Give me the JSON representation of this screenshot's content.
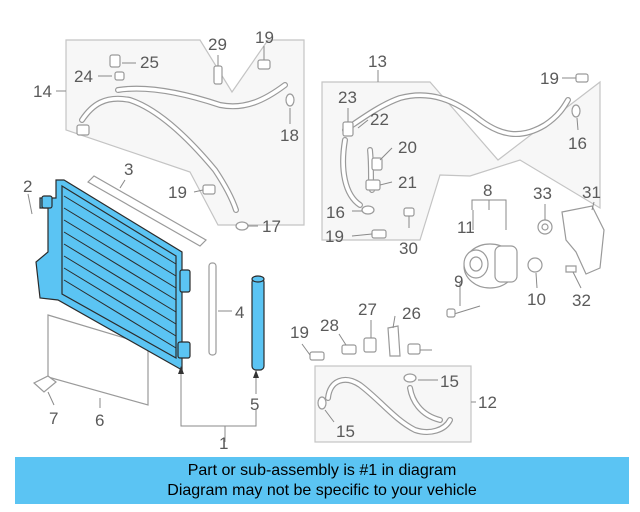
{
  "diagram": {
    "callouts": [
      "1",
      "2",
      "3",
      "4",
      "5",
      "6",
      "7",
      "8",
      "9",
      "10",
      "11",
      "12",
      "13",
      "14",
      "15",
      "15",
      "16",
      "16",
      "17",
      "18",
      "19",
      "19",
      "19",
      "19",
      "19",
      "20",
      "21",
      "22",
      "23",
      "24",
      "25",
      "26",
      "27",
      "28",
      "29",
      "30",
      "31",
      "32",
      "33"
    ],
    "highlight_color": "#5bc4f3"
  },
  "banner": {
    "line1": "Part or sub-assembly is #1 in diagram",
    "line2": "Diagram may not be specific to your vehicle",
    "background": "#5bc4f3"
  }
}
